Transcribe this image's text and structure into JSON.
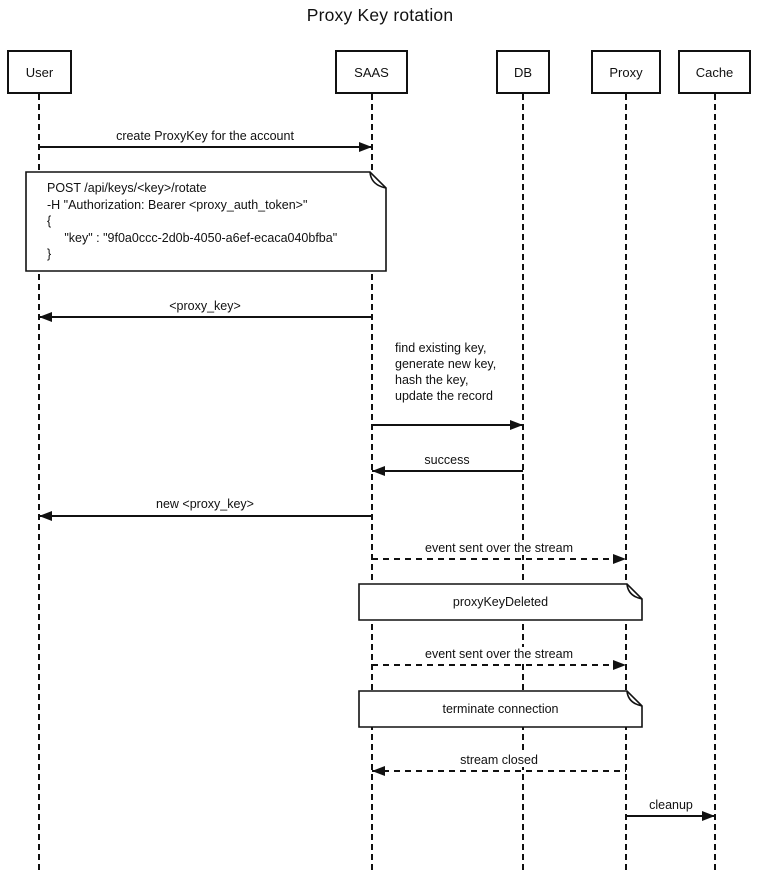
{
  "title": "Proxy Key rotation",
  "actors": [
    {
      "label": "User"
    },
    {
      "label": "SAAS"
    },
    {
      "label": "DB"
    },
    {
      "label": "Proxy"
    },
    {
      "label": "Cache"
    }
  ],
  "messages": [
    {
      "from": "User",
      "to": "SAAS",
      "style": "solid",
      "label": "create ProxyKey for the account"
    },
    {
      "from": "SAAS",
      "to": "User",
      "style": "solid",
      "label": "<proxy_key>"
    },
    {
      "from": "SAAS",
      "to": "DB",
      "style": "solid",
      "label": "find existing key,\ngenerate new key,\nhash the key,\nupdate the record"
    },
    {
      "from": "DB",
      "to": "SAAS",
      "style": "solid",
      "label": "success"
    },
    {
      "from": "SAAS",
      "to": "User",
      "style": "solid",
      "label": "new <proxy_key>"
    },
    {
      "from": "SAAS",
      "to": "Proxy",
      "style": "dashed",
      "label": "event sent over the stream"
    },
    {
      "from": "SAAS",
      "to": "Proxy",
      "style": "dashed",
      "label": "event sent over the stream"
    },
    {
      "from": "Proxy",
      "to": "SAAS",
      "style": "dashed",
      "label": "stream closed"
    },
    {
      "from": "Proxy",
      "to": "Cache",
      "style": "solid",
      "label": "cleanup"
    }
  ],
  "notes": [
    {
      "over": "User, SAAS",
      "text": "POST /api/keys/<key>/rotate\n-H \"Authorization: Bearer <proxy_auth_token>\"\n{\n     \"key\" : \"9f0a0ccc-2d0b-4050-a6ef-ecaca040bfba\"\n}"
    },
    {
      "over": "SAAS, Proxy",
      "text": "proxyKeyDeleted"
    },
    {
      "over": "SAAS, Proxy",
      "text": "terminate connection"
    }
  ],
  "colors": {
    "stroke": "#111111",
    "background": "#ffffff"
  }
}
